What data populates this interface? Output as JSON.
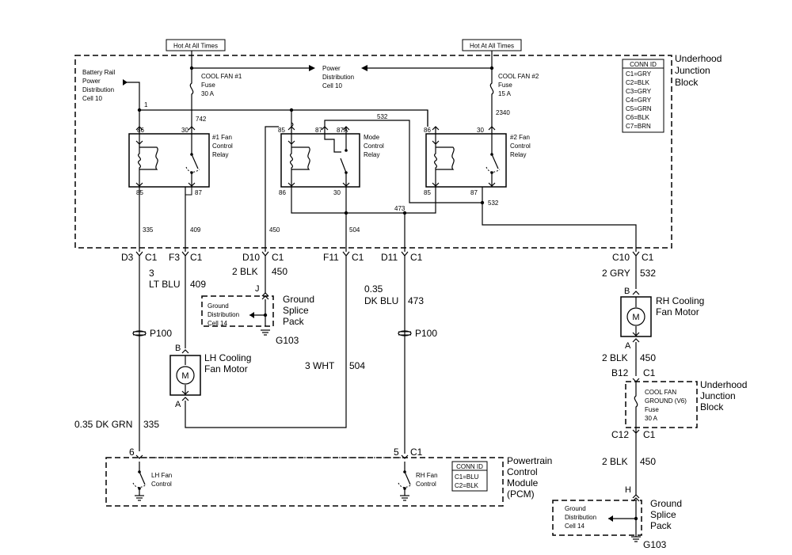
{
  "hot_label": "Hot At All Times",
  "underhood_block": {
    "line1": "Underhood",
    "line2": "Junction",
    "line3": "Block"
  },
  "conn_table_ujb": {
    "title": "CONN ID",
    "rows": [
      "C1=GRY",
      "C2=BLK",
      "C3=GRY",
      "C4=GRY",
      "C5=GRN",
      "C6=BLK",
      "C7=BRN"
    ]
  },
  "battery_rail": {
    "l1": "Battery Rail",
    "l2": "Power",
    "l3": "Distribution",
    "l4": "Cell 10"
  },
  "power_dist": {
    "l1": "Power",
    "l2": "Distribution",
    "l3": "Cell 10"
  },
  "fuse1": {
    "l1": "COOL FAN #1",
    "l2": "Fuse",
    "l3": "30 A"
  },
  "fuse2": {
    "l1": "COOL FAN #2",
    "l2": "Fuse",
    "l3": "15 A"
  },
  "relay1": {
    "l1": "#1 Fan",
    "l2": "Control",
    "l3": "Relay"
  },
  "relay_mode": {
    "l1": "Mode",
    "l2": "Control",
    "l3": "Relay"
  },
  "relay2": {
    "l1": "#2 Fan",
    "l2": "Control",
    "l3": "Relay"
  },
  "pins": {
    "p86": "86",
    "p30": "30",
    "p85": "85",
    "p87": "87",
    "p87a": "87A",
    "p1": "1"
  },
  "circuits": {
    "c742": "742",
    "c2340": "2340",
    "c532": "532",
    "c335": "335",
    "c409": "409",
    "c450": "450",
    "c504": "504",
    "c473": "473"
  },
  "connectors": {
    "d3": "D3",
    "f3": "F3",
    "d10": "D10",
    "f11": "F11",
    "d11": "D11",
    "c10": "C10",
    "c1": "C1",
    "b12": "B12",
    "c12": "C12"
  },
  "wires": {
    "w3": "3",
    "ltblu": "LT BLU",
    "n409": "409",
    "blk2": "2 BLK",
    "n450": "450",
    "w035": "0.35",
    "dkblu": "DK BLU",
    "n473": "473",
    "gry2": "2 GRY",
    "n532": "532",
    "wht3": "3 WHT",
    "n504": "504",
    "dkgrn": "0.35 DK GRN",
    "n335": "335"
  },
  "ground_splice": {
    "l1": "Ground",
    "l2": "Splice",
    "l3": "Pack"
  },
  "ground_dist": {
    "l1": "Ground",
    "l2": "Distribution",
    "l3": "Cell 14"
  },
  "g103": "G103",
  "p100": "P100",
  "pin_letters": {
    "j": "J",
    "b": "B",
    "a": "A",
    "h": "H"
  },
  "lh_motor": {
    "l1": "LH Cooling",
    "l2": "Fan Motor"
  },
  "rh_motor": {
    "l1": "RH Cooling",
    "l2": "Fan Motor"
  },
  "motor_m": "M",
  "cool_fan_gnd": {
    "l1": "COOL FAN",
    "l2": "GROUND (V6)",
    "l3": "Fuse",
    "l4": "30 A"
  },
  "pcm": {
    "l1": "Powertrain",
    "l2": "Control",
    "l3": "Module",
    "l4": "(PCM)"
  },
  "pcm_conn": {
    "title": "CONN ID",
    "r1": "C1=BLU",
    "r2": "C2=BLK"
  },
  "lh_fan_ctrl": {
    "l1": "LH Fan",
    "l2": "Control"
  },
  "rh_fan_ctrl": {
    "l1": "RH Fan",
    "l2": "Control"
  },
  "pcm_pins": {
    "p6": "6",
    "p5": "5"
  }
}
